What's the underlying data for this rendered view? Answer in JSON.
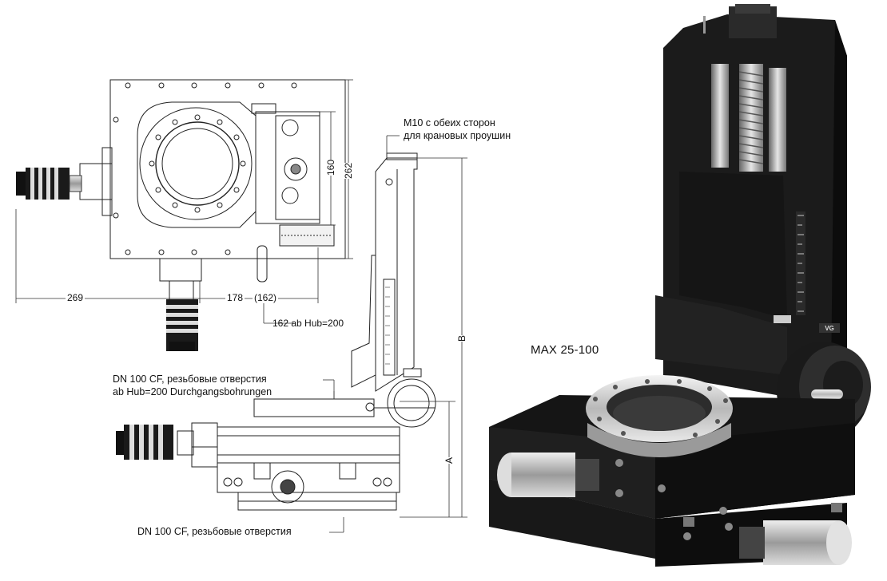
{
  "dimensions": {
    "d269": "269",
    "d178": "178",
    "d162p": "(162)",
    "d162_note": "162  ab Hub=200",
    "d160": "160",
    "d262": "262",
    "dB": "B",
    "dA": "A"
  },
  "annotations": {
    "crane_line1": "M10 с обеих сторон",
    "crane_line2": "для крановых проушин",
    "flange_top_line1": "DN 100 CF, резьбовые отверстия",
    "flange_top_line2": "ab Hub=200 Durchgangsbohrungen",
    "flange_bottom": "DN 100 CF, резьбовые отверстия"
  },
  "product": {
    "name": "MAX 25-100",
    "logo_text": "VG"
  }
}
